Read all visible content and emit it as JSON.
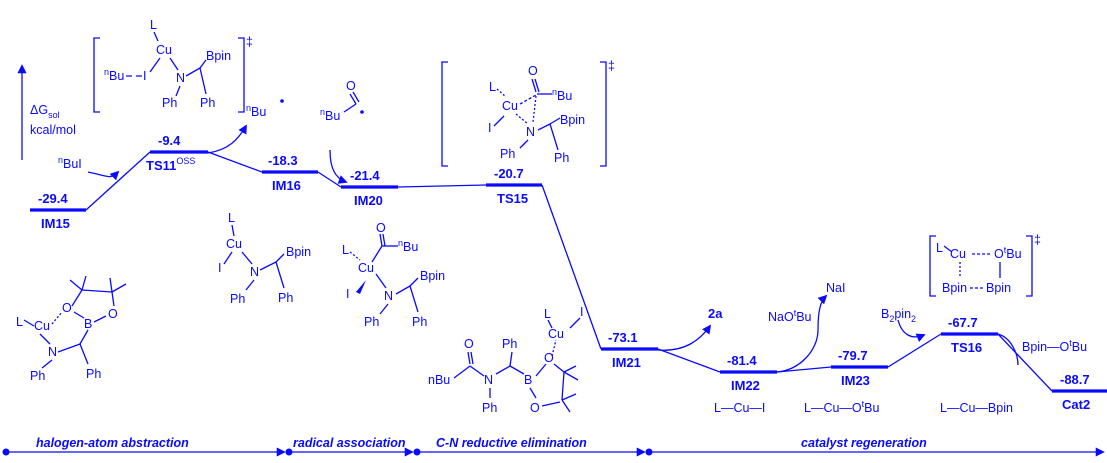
{
  "axis": {
    "label1": "ΔG",
    "label1_sub": "sol",
    "label2": "kcal/mol"
  },
  "levels": [
    {
      "id": "IM15",
      "label": "IM15",
      "energy": "-29.4"
    },
    {
      "id": "TS11",
      "label": "TS11",
      "label_sup": "OSS",
      "energy": "-9.4"
    },
    {
      "id": "IM16",
      "label": "IM16",
      "energy": "-18.3"
    },
    {
      "id": "IM20",
      "label": "IM20",
      "energy": "-21.4"
    },
    {
      "id": "TS15",
      "label": "TS15",
      "energy": "-20.7"
    },
    {
      "id": "IM21",
      "label": "IM21",
      "energy": "-73.1"
    },
    {
      "id": "IM22",
      "label": "IM22",
      "energy": "-81.4"
    },
    {
      "id": "IM23",
      "label": "IM23",
      "energy": "-79.7"
    },
    {
      "id": "TS16",
      "label": "TS16",
      "energy": "-67.7"
    },
    {
      "id": "Cat2",
      "label": "Cat2",
      "energy": "-88.7"
    }
  ],
  "reagents": {
    "nBuI": "BuI",
    "nBu_prefix": "n",
    "nBu_radical": "Bu",
    "acyl_radical": "Bu",
    "product_2a": "2a",
    "NaOtBu": "NaO",
    "NaOtBu_t": "t",
    "NaOtBu_tail": "Bu",
    "NaI": "NaI",
    "B2pin2": "B",
    "B2pin2_sub1": "2",
    "B2pin2_mid": "pin",
    "B2pin2_sub2": "2",
    "BpinOtBu_left": "Bpin",
    "BpinOtBu_right": "O",
    "BpinOtBu_t": "t",
    "BpinOtBu_tail": "Bu"
  },
  "species_text": {
    "L": "L",
    "Cu": "Cu",
    "I": "I",
    "N": "N",
    "Ph": "Ph",
    "Bpin": "Bpin",
    "B": "B",
    "O": "O",
    "nBu": "nBu",
    "Bu": "Bu",
    "n": "n",
    "t": "t",
    "dagger": "‡",
    "LCuI": "L—Cu—I",
    "LCuOtBu": "L—Cu—O",
    "LCuBpin": "L—Cu—Bpin"
  },
  "stages": [
    {
      "name": "halogen-atom abstraction"
    },
    {
      "name": "radical association"
    },
    {
      "name": "C-N reductive elimination"
    },
    {
      "name": "catalyst regeneration"
    }
  ],
  "colors": {
    "primary": "#0a0aff"
  }
}
